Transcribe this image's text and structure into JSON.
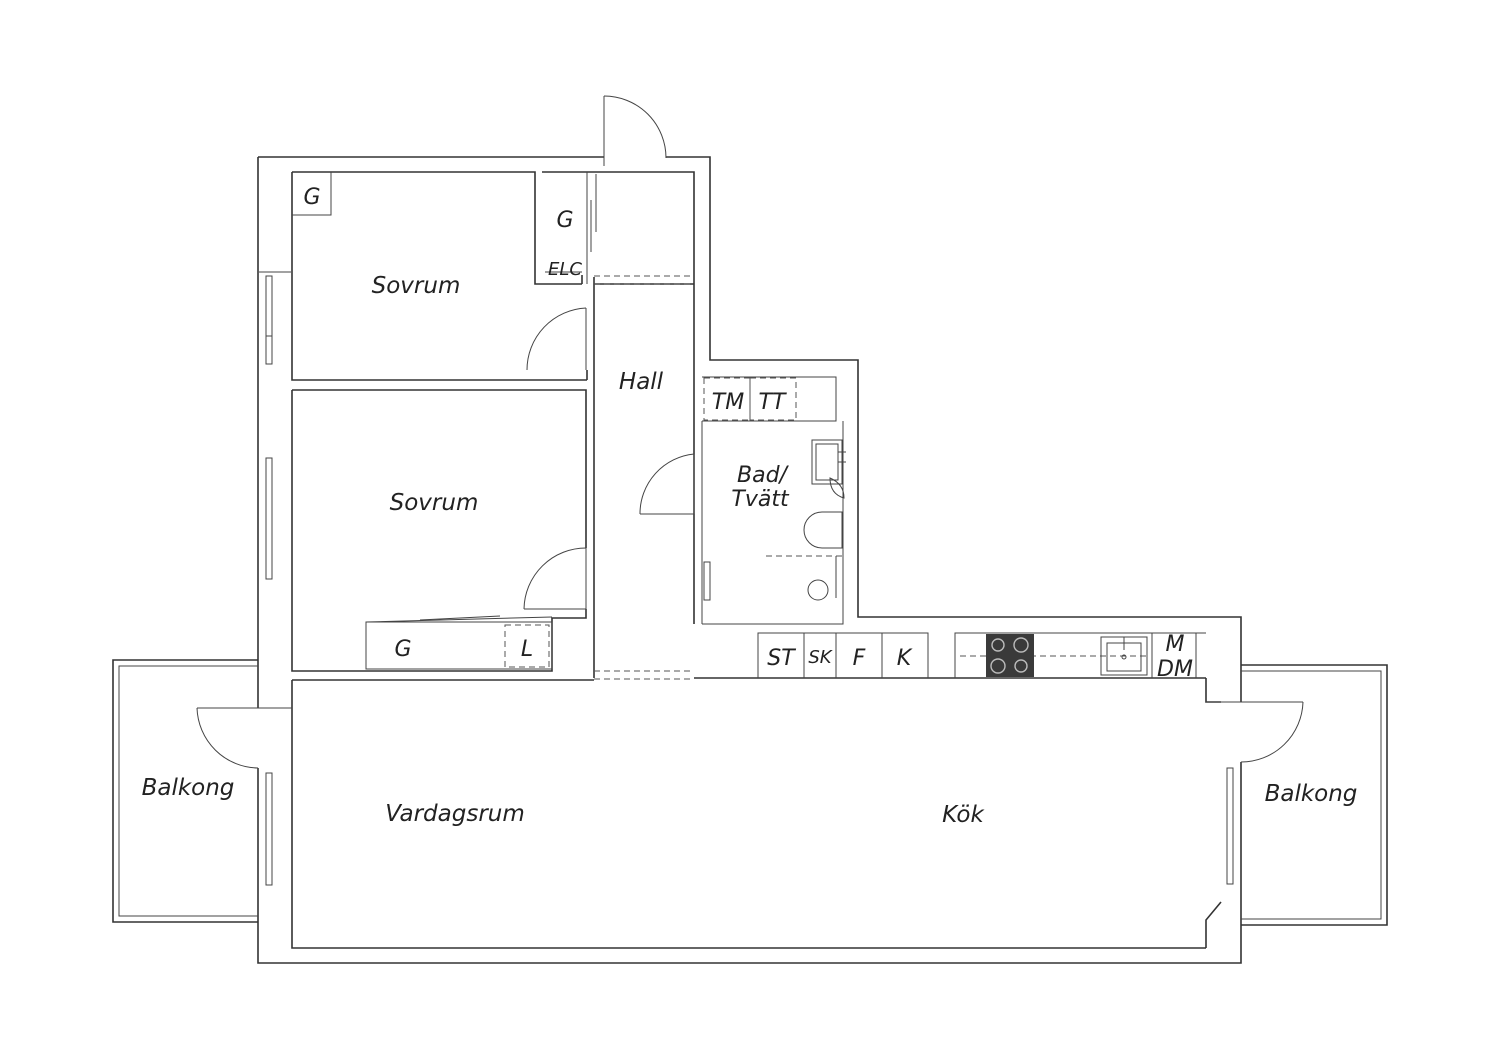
{
  "rooms": {
    "sovrum_top": "Sovrum",
    "sovrum_mid": "Sovrum",
    "hall": "Hall",
    "bad_line1": "Bad/",
    "bad_line2": "Tvätt",
    "vardagsrum": "Vardagsrum",
    "kok": "Kök",
    "balkong_left": "Balkong",
    "balkong_right": "Balkong"
  },
  "fixtures": {
    "g_top": "G",
    "g_entry": "G",
    "elc": "ELC",
    "g_bottom": "G",
    "l": "L",
    "tm": "TM",
    "tt": "TT",
    "st": "ST",
    "sk": "SK",
    "f": "F",
    "k": "K",
    "m": "M",
    "dm": "DM"
  },
  "colors": {
    "wall": "#333333",
    "stove": "#3a3a3a"
  }
}
